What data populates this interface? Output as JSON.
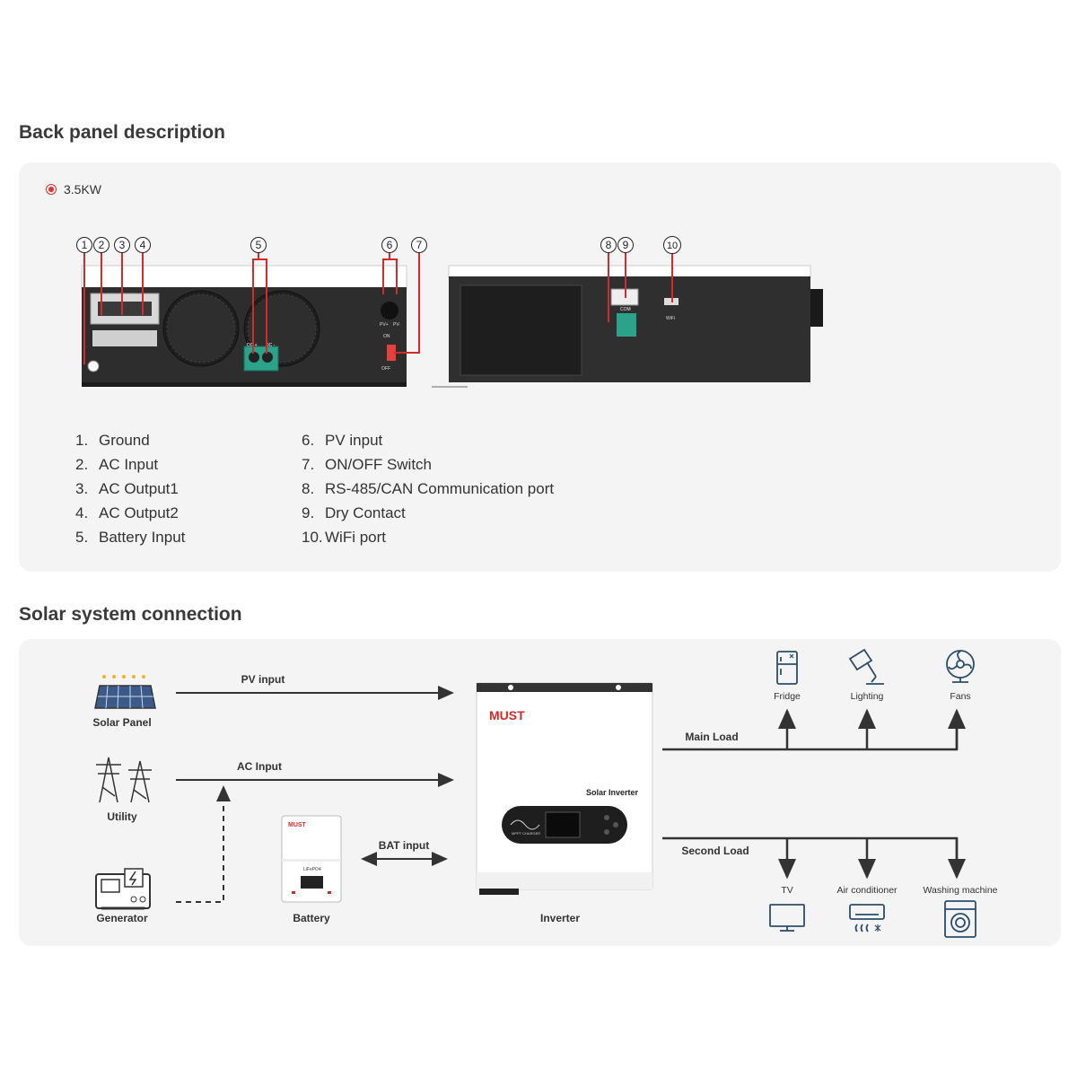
{
  "sections": {
    "back_panel_title": "Back panel description",
    "connection_title": "Solar system connection"
  },
  "variant": {
    "label": "3.5KW"
  },
  "callouts": [
    "1",
    "2",
    "3",
    "4",
    "5",
    "6",
    "7",
    "8",
    "9",
    "10"
  ],
  "legend": [
    {
      "num": "1.",
      "label": "Ground"
    },
    {
      "num": "2.",
      "label": "AC Input"
    },
    {
      "num": "3.",
      "label": "AC Output1"
    },
    {
      "num": "4.",
      "label": "AC Output2"
    },
    {
      "num": "5.",
      "label": "Battery Input"
    },
    {
      "num": "6.",
      "label": "PV input"
    },
    {
      "num": "7.",
      "label": "ON/OFF Switch"
    },
    {
      "num": "8.",
      "label": "RS-485/CAN Communication port"
    },
    {
      "num": "9.",
      "label": "Dry Contact"
    },
    {
      "num": "10.",
      "label": "WiFi port"
    }
  ],
  "panel_labels": {
    "dc_plus": "DC +",
    "dc_minus": "DC -",
    "pv_plus": "PV+",
    "pv_minus": "PV-",
    "on": "ON",
    "off": "OFF",
    "com": "COM",
    "wifi": "WiFi"
  },
  "diagram": {
    "solar_panel": "Solar Panel",
    "utility": "Utility",
    "generator": "Generator",
    "battery": "Battery",
    "inverter": "Inverter",
    "pv_input": "PV input",
    "ac_input": "AC Input",
    "bat_input": "BAT input",
    "main_load": "Main Load",
    "second_load": "Second Load",
    "fridge": "Fridge",
    "lighting": "Lighting",
    "fans": "Fans",
    "tv": "TV",
    "air_conditioner": "Air conditioner",
    "washing_machine": "Washing machine",
    "brand": "MUST",
    "model": "Solar Inverter",
    "display": "MPPT CHARGER",
    "battery_brand": "MUST",
    "battery_type": "LiFePO4"
  },
  "colors": {
    "accent": "#d42a2a",
    "dark": "#2b2b2b",
    "panel_bg": "#f4f4f4",
    "terminal_green": "#2aa38a"
  }
}
